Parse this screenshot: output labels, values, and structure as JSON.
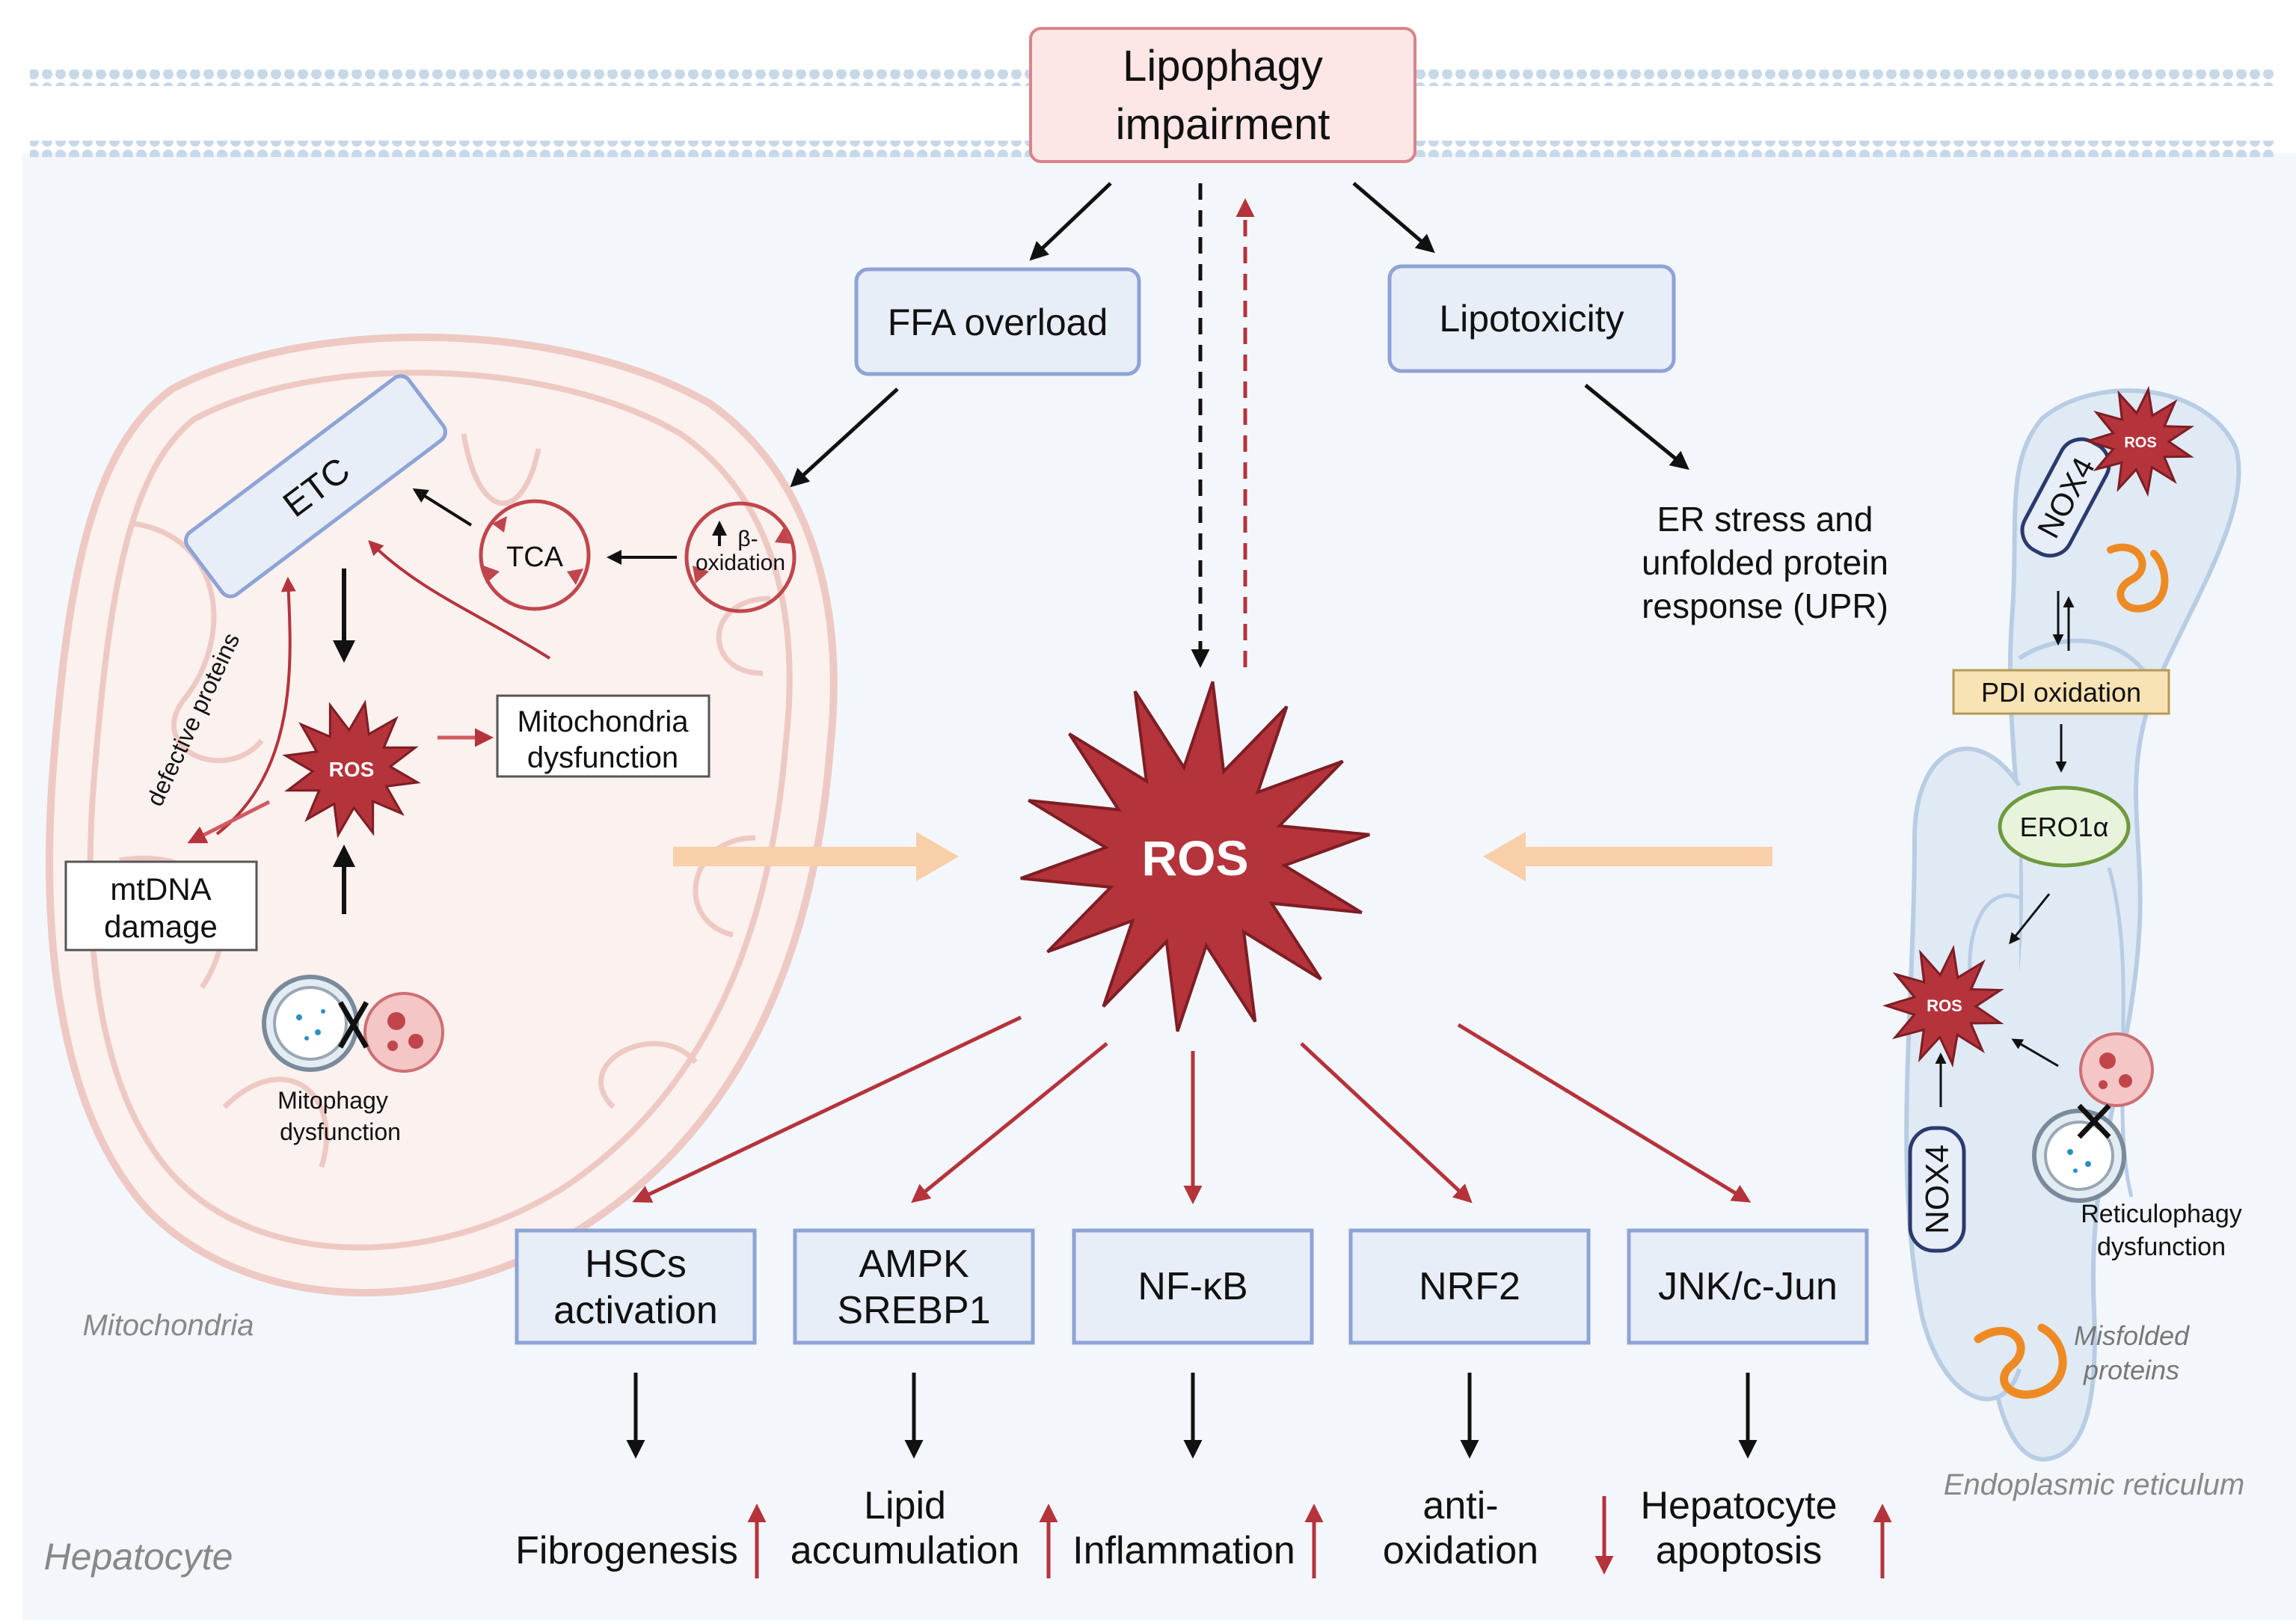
{
  "title": {
    "line1": "Lipophagy",
    "line2": "impairment"
  },
  "top": {
    "ffa": "FFA overload",
    "lipotox": "Lipotoxicity",
    "er_stress": [
      "ER stress and",
      "unfolded protein",
      "response (UPR)"
    ]
  },
  "center_ros": "ROS",
  "mito": {
    "etc": "ETC",
    "tca": "TCA",
    "beta": [
      "β-",
      "oxidation"
    ],
    "ros": "ROS",
    "defective": "defective proteins",
    "dysfunction": [
      "Mitochondria",
      "dysfunction"
    ],
    "mtdna": [
      "mtDNA",
      "damage"
    ],
    "mitophagy": [
      "Mitophagy",
      "dysfunction"
    ],
    "label": "Mitochondria"
  },
  "er": {
    "nox_top": "NOX4",
    "ros_top": "ROS",
    "pdi": "PDI oxidation",
    "ero": "ERO1α",
    "ros_bottom": "ROS",
    "nox_bottom": "NOX4",
    "reticulophagy": [
      "Reticulophagy",
      "dysfunction"
    ],
    "misfolded": [
      "Misfolded",
      "proteins"
    ],
    "label": "Endoplasmic reticulum"
  },
  "hepatocyte": "Hepatocyte",
  "pathways": [
    {
      "box": [
        "HSCs",
        "activation"
      ],
      "outcome": [
        "Fibrogenesis"
      ],
      "trend": "up"
    },
    {
      "box": [
        "AMPK",
        "SREBP1"
      ],
      "outcome": [
        "Lipid",
        "accumulation"
      ],
      "trend": "up"
    },
    {
      "box": [
        "NF-κB"
      ],
      "outcome": [
        "Inflammation"
      ],
      "trend": "up"
    },
    {
      "box": [
        "NRF2"
      ],
      "outcome": [
        "anti-",
        "oxidation"
      ],
      "trend": "down"
    },
    {
      "box": [
        "JNK/c-Jun"
      ],
      "outcome": [
        "Hepatocyte",
        "apoptosis"
      ],
      "trend": "up"
    }
  ],
  "colors": {
    "red": "#b5333b",
    "blue_fill": "#e8eef8",
    "blue_stroke": "#8ea3d6",
    "peach": "#f8cfa9",
    "orange": "#ee8a24",
    "pdi_fill": "#f7e3b3",
    "ero_stroke": "#6e9a3c"
  }
}
